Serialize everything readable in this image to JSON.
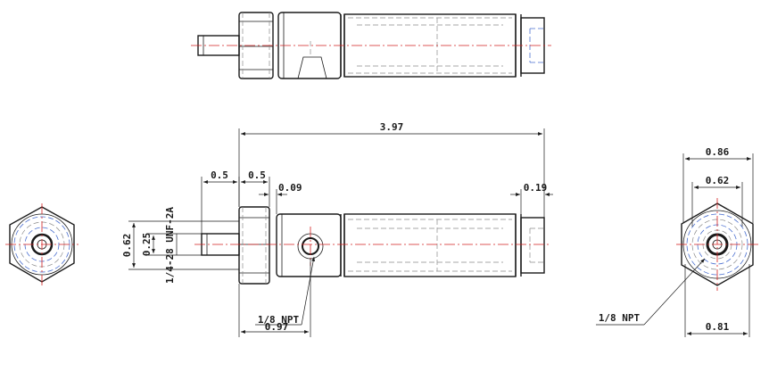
{
  "dimensions": {
    "overall_length": "3.97",
    "rod_extension": "0.5",
    "nut_length": "0.5",
    "shoulder": "0.09",
    "cap_length": "0.19",
    "hex_height": "0.62",
    "rod_diameter": "0.25",
    "rod_thread": "1/4-28 UNF-2A",
    "port_position": "0.97",
    "port_thread": "1/8 NPT",
    "flats_width": "0.86",
    "inner_diameter": "0.62",
    "body_width": "0.81",
    "end_port_thread": "1/8 NPT"
  },
  "colors": {
    "outline": "#1a1a1a",
    "centerline": "#d42020",
    "hidden_line": "#4a6fd0"
  }
}
